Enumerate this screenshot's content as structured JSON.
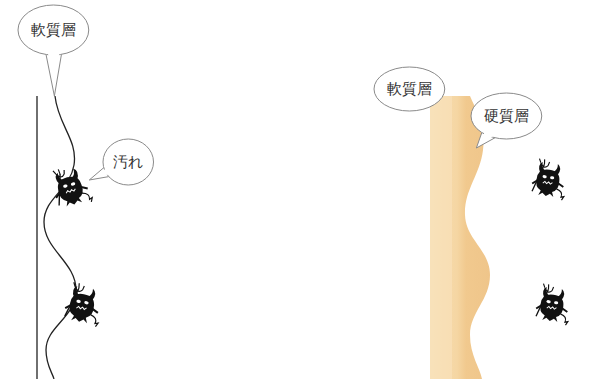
{
  "diagram": {
    "nodes": [
      {
        "text": [
          "軟質層"
        ]
      },
      {
        "text": [
          "汚れ"
        ]
      },
      {
        "text": [
          "軟質層"
        ]
      },
      {
        "text": [
          "硬質層"
        ]
      }
    ]
  }
}
